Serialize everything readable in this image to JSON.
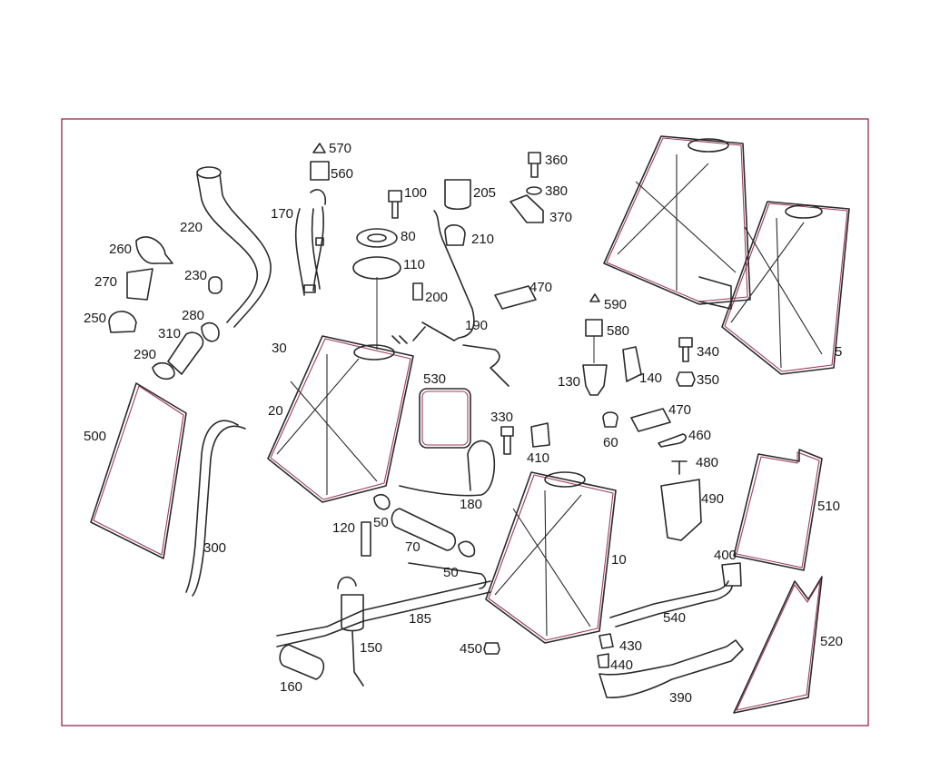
{
  "diagram": {
    "colors": {
      "frame": "#8a1a3a",
      "line": "#2a2a2a",
      "background": "#ffffff"
    },
    "labels": {
      "p570": "570",
      "p560": "560",
      "p170": "170",
      "p220": "220",
      "p260": "260",
      "p230": "230",
      "p270": "270",
      "p280": "280",
      "p250": "250",
      "p310": "310",
      "p290": "290",
      "p100": "100",
      "p205": "205",
      "p80": "80",
      "p210": "210",
      "p110": "110",
      "p200": "200",
      "p190": "190",
      "p30": "30",
      "p20": "20",
      "p530": "530",
      "p360": "360",
      "p380": "380",
      "p370": "370",
      "p470a": "470",
      "p590": "590",
      "p580": "580",
      "p340": "340",
      "p130": "130",
      "p140": "140",
      "p350": "350",
      "p5": "5",
      "p470b": "470",
      "p460": "460",
      "p60": "60",
      "p330": "330",
      "p410": "410",
      "p480": "480",
      "p490": "490",
      "p500": "500",
      "p180": "180",
      "p120": "120",
      "p50a": "50",
      "p70": "70",
      "p50b": "50",
      "p10": "10",
      "p510": "510",
      "p400": "400",
      "p300": "300",
      "p185": "185",
      "p540": "540",
      "p150": "150",
      "p450": "450",
      "p430": "430",
      "p440": "440",
      "p160": "160",
      "p520": "520",
      "p390": "390"
    }
  }
}
